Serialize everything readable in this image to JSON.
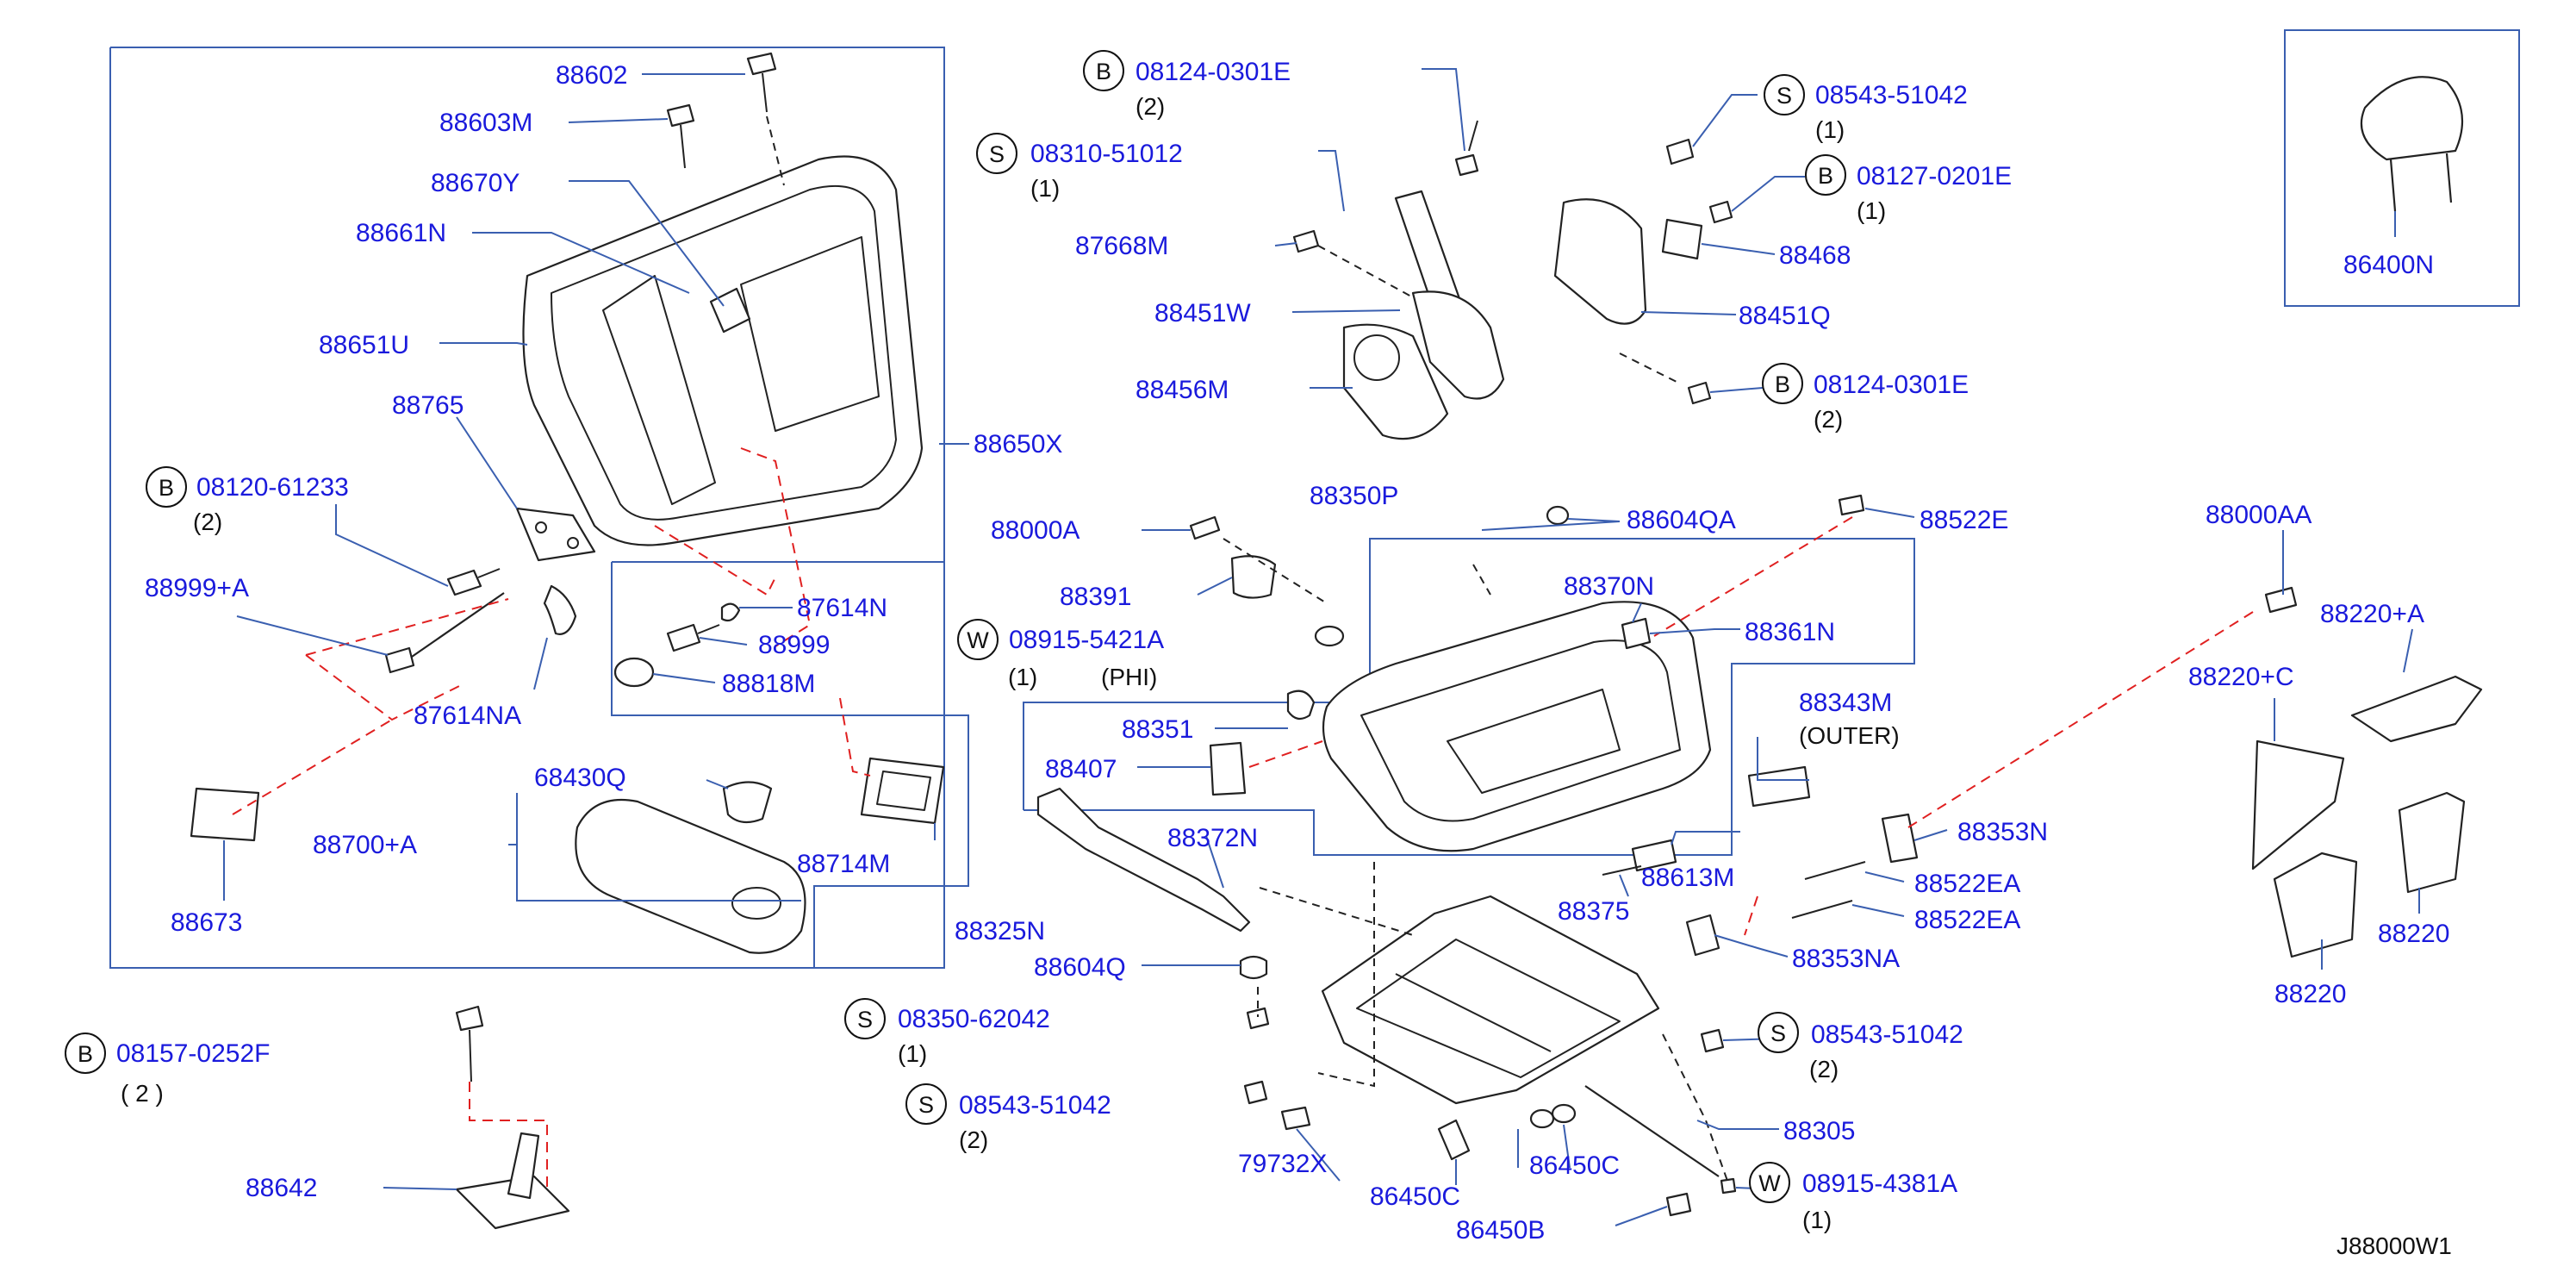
{
  "diagram": {
    "code": "J88000W1",
    "accent_color": "#1a1adc",
    "leader_color": "#3a5fb0",
    "dash_color": "#e02020",
    "parts": [
      {
        "id": "p88602",
        "num": "88602"
      },
      {
        "id": "p88603M",
        "num": "88603M"
      },
      {
        "id": "p88670Y",
        "num": "88670Y"
      },
      {
        "id": "p88661N",
        "num": "88661N"
      },
      {
        "id": "p88651U",
        "num": "88651U"
      },
      {
        "id": "p88765",
        "num": "88765"
      },
      {
        "id": "p88650X",
        "num": "88650X"
      },
      {
        "id": "p08120_61233",
        "num": "08120-61233",
        "prefix": "B",
        "qty": "(2)"
      },
      {
        "id": "p88999A",
        "num": "88999+A"
      },
      {
        "id": "p87614N",
        "num": "87614N"
      },
      {
        "id": "p88999",
        "num": "88999"
      },
      {
        "id": "p87614NA",
        "num": "87614NA"
      },
      {
        "id": "p88818M",
        "num": "88818M"
      },
      {
        "id": "p68430Q",
        "num": "68430Q"
      },
      {
        "id": "p88700A",
        "num": "88700+A"
      },
      {
        "id": "p88714M",
        "num": "88714M"
      },
      {
        "id": "p88673",
        "num": "88673"
      },
      {
        "id": "p08157_0252F",
        "num": "08157-0252F",
        "prefix": "B",
        "qty": "( 2 )"
      },
      {
        "id": "p88642",
        "num": "88642"
      },
      {
        "id": "p08124_0301E_a",
        "num": "08124-0301E",
        "prefix": "B",
        "qty": "(2)"
      },
      {
        "id": "p08310_51012",
        "num": "08310-51012",
        "prefix": "S",
        "qty": "(1)"
      },
      {
        "id": "p87668M",
        "num": "87668M"
      },
      {
        "id": "p88451W",
        "num": "88451W"
      },
      {
        "id": "p88456M",
        "num": "88456M"
      },
      {
        "id": "p08543_51042_a",
        "num": "08543-51042",
        "prefix": "S",
        "qty": "(1)"
      },
      {
        "id": "p08127_0201E",
        "num": "08127-0201E",
        "prefix": "B",
        "qty": "(1)"
      },
      {
        "id": "p88468",
        "num": "88468"
      },
      {
        "id": "p88451Q",
        "num": "88451Q"
      },
      {
        "id": "p08124_0301E_b",
        "num": "08124-0301E",
        "prefix": "B",
        "qty": "(2)"
      },
      {
        "id": "p86400N",
        "num": "86400N"
      },
      {
        "id": "p88350P",
        "num": "88350P"
      },
      {
        "id": "p88000A",
        "num": "88000A"
      },
      {
        "id": "p88604QA",
        "num": "88604QA"
      },
      {
        "id": "p88522E",
        "num": "88522E"
      },
      {
        "id": "p88391",
        "num": "88391"
      },
      {
        "id": "p88370N",
        "num": "88370N"
      },
      {
        "id": "p88361N",
        "num": "88361N"
      },
      {
        "id": "p08915_5421A",
        "num": "08915-5421A",
        "prefix": "W",
        "qty": "(1)",
        "note": "(PHI)"
      },
      {
        "id": "p88343M",
        "num": "88343M",
        "note": "(OUTER)"
      },
      {
        "id": "p88351",
        "num": "88351"
      },
      {
        "id": "p88407",
        "num": "88407"
      },
      {
        "id": "p88372N",
        "num": "88372N"
      },
      {
        "id": "p88613M",
        "num": "88613M"
      },
      {
        "id": "p88375",
        "num": "88375"
      },
      {
        "id": "p88325N",
        "num": "88325N"
      },
      {
        "id": "p88604Q",
        "num": "88604Q"
      },
      {
        "id": "p08350_62042",
        "num": "08350-62042",
        "prefix": "S",
        "qty": "(1)"
      },
      {
        "id": "p08543_51042_b",
        "num": "08543-51042",
        "prefix": "S",
        "qty": "(2)"
      },
      {
        "id": "p79732X",
        "num": "79732X"
      },
      {
        "id": "p86450C_a",
        "num": "86450C"
      },
      {
        "id": "p86450C_b",
        "num": "86450C"
      },
      {
        "id": "p86450B",
        "num": "86450B"
      },
      {
        "id": "p88305",
        "num": "88305"
      },
      {
        "id": "p08915_4381A",
        "num": "08915-4381A",
        "prefix": "W",
        "qty": "(1)"
      },
      {
        "id": "p08543_51042_c",
        "num": "08543-51042",
        "prefix": "S",
        "qty": "(2)"
      },
      {
        "id": "p88353NA",
        "num": "88353NA"
      },
      {
        "id": "p88522EA_a",
        "num": "88522EA"
      },
      {
        "id": "p88522EA_b",
        "num": "88522EA"
      },
      {
        "id": "p88353N",
        "num": "88353N"
      },
      {
        "id": "p88000AA",
        "num": "88000AA"
      },
      {
        "id": "p88220A",
        "num": "88220+A"
      },
      {
        "id": "p88220C",
        "num": "88220+C"
      },
      {
        "id": "p88220_a",
        "num": "88220"
      },
      {
        "id": "p88220_b",
        "num": "88220"
      }
    ]
  }
}
